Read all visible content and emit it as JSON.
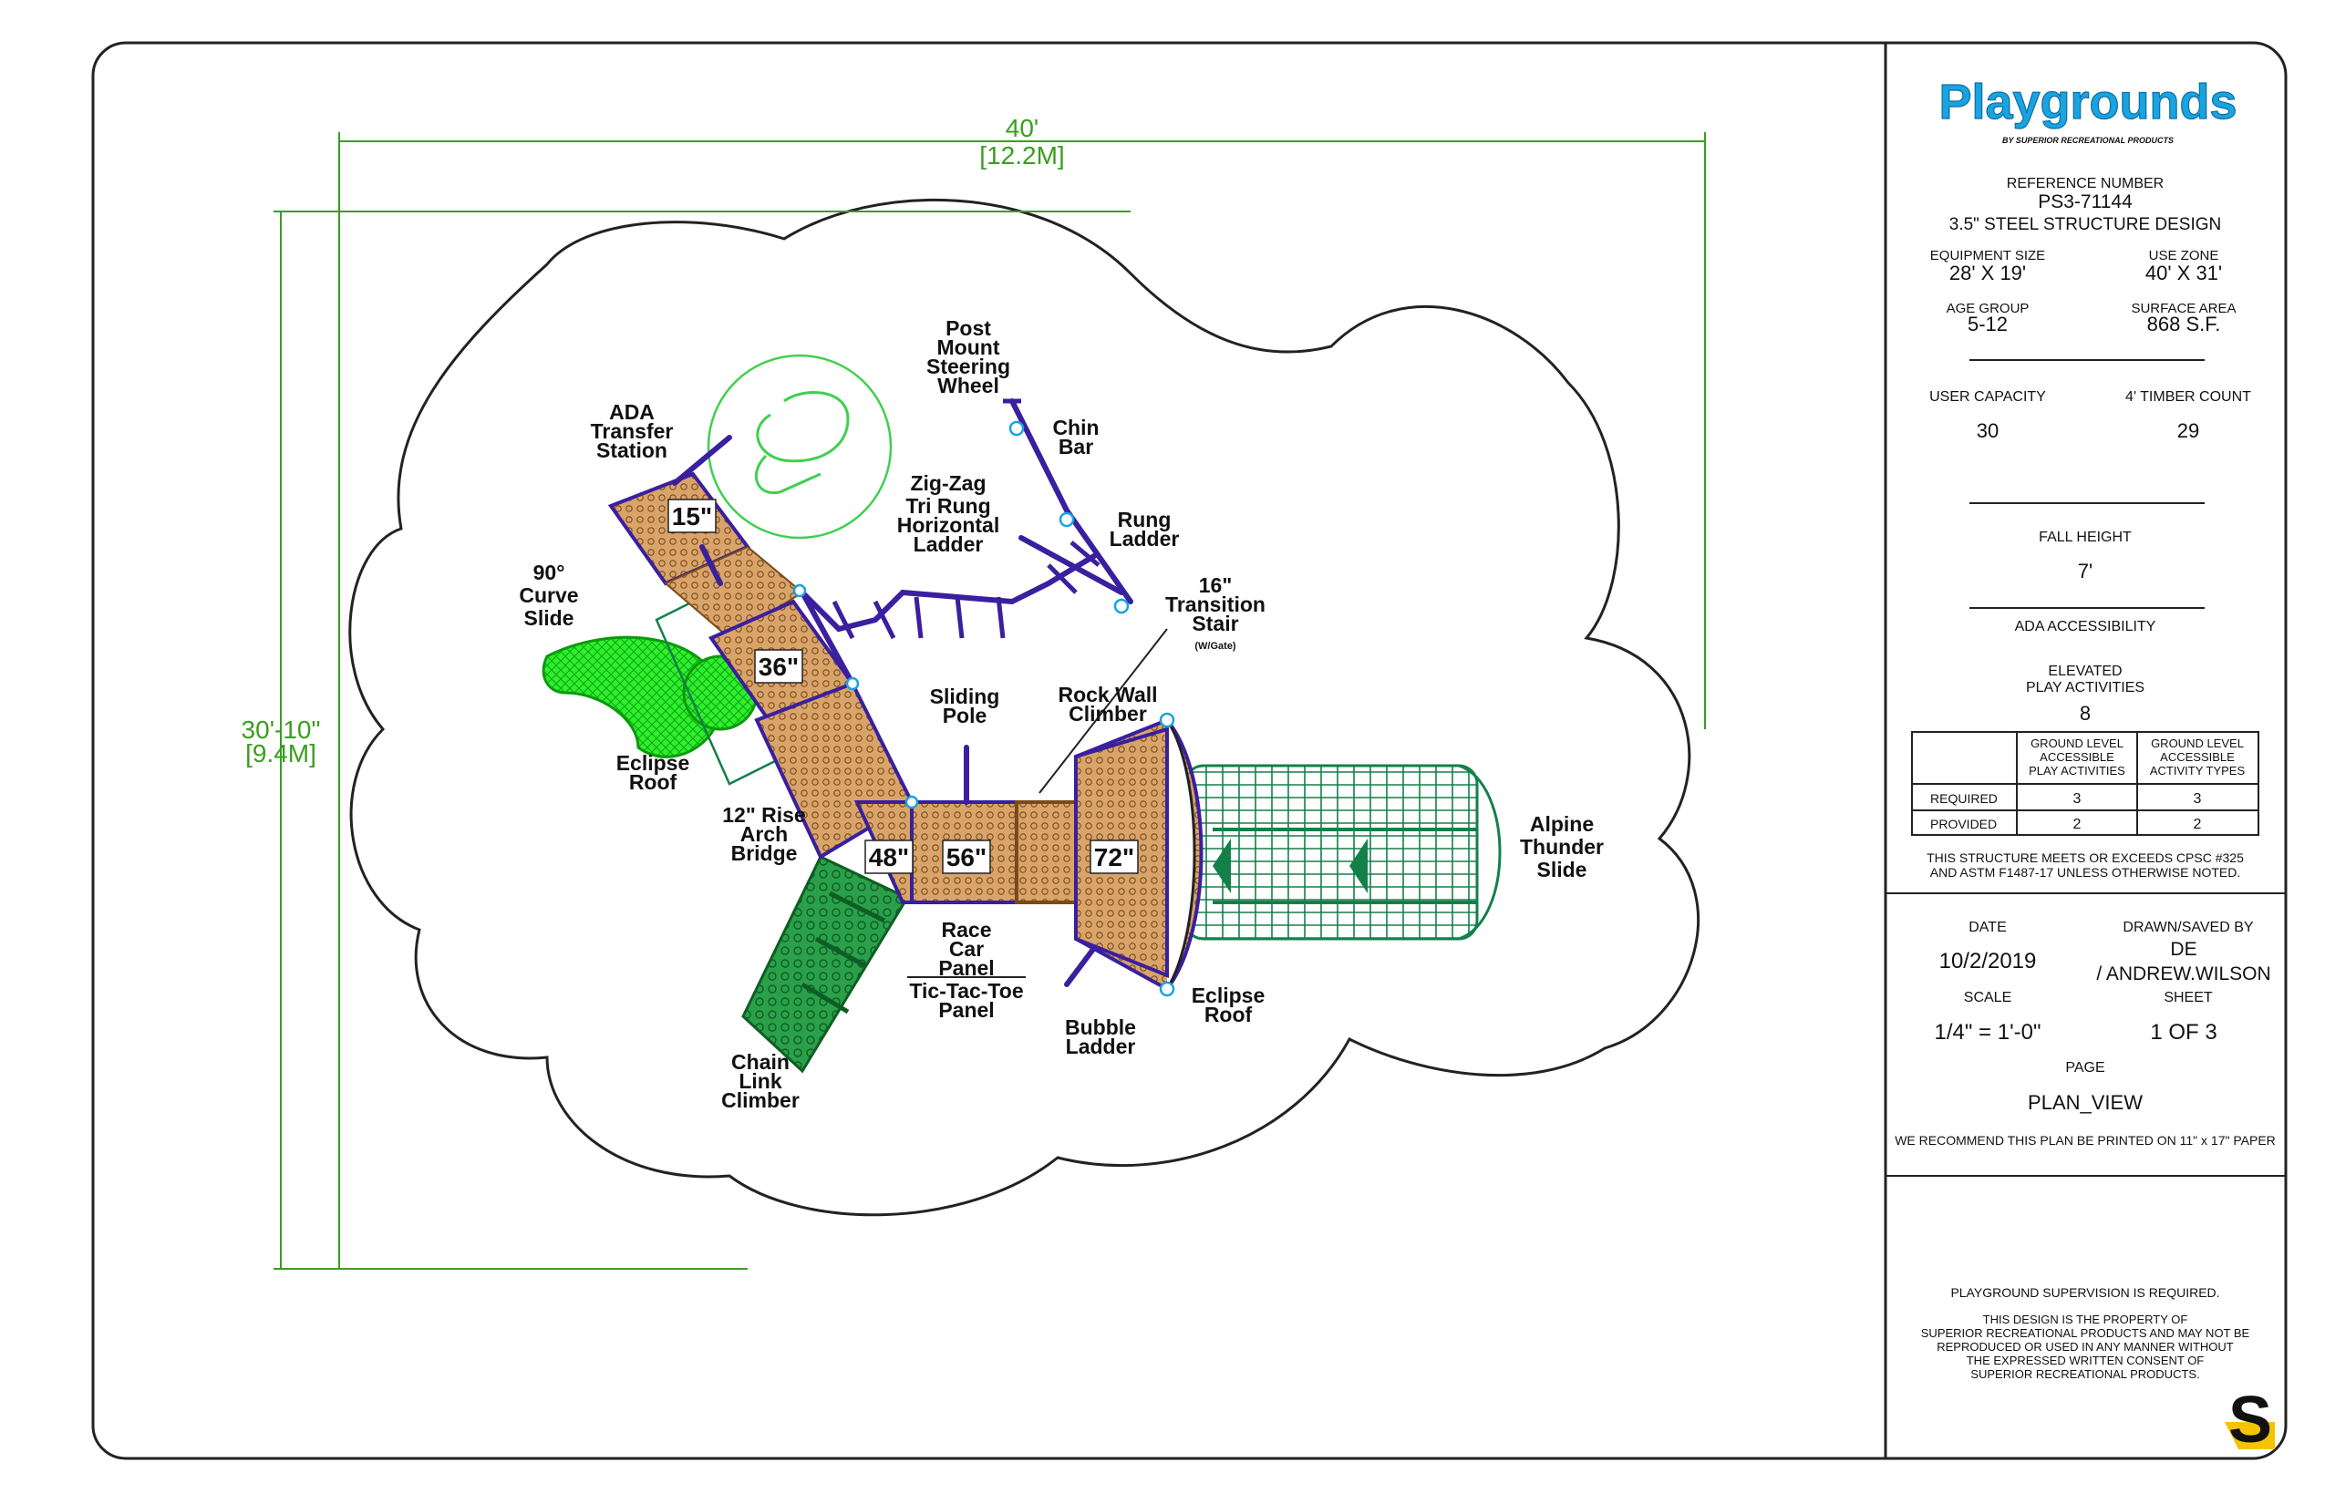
{
  "logo": {
    "brand": "Playgrounds",
    "tagline": "BY SUPERIOR RECREATIONAL PRODUCTS",
    "brand_color": "#1aa3e0"
  },
  "titleblock": {
    "reference_label": "REFERENCE NUMBER",
    "reference_number": "PS3-71144",
    "structure_design": "3.5\" STEEL STRUCTURE DESIGN",
    "equipment_size_label": "EQUIPMENT SIZE",
    "equipment_size": "28' X 19'",
    "use_zone_label": "USE ZONE",
    "use_zone": "40' X 31'",
    "age_group_label": "AGE GROUP",
    "age_group": "5-12",
    "surface_area_label": "SURFACE AREA",
    "surface_area": "868 S.F.",
    "user_capacity_label": "USER CAPACITY",
    "user_capacity": "30",
    "timber_count_label": "4' TIMBER COUNT",
    "timber_count": "29",
    "fall_height_label": "FALL HEIGHT",
    "fall_height": "7'",
    "ada_label": "ADA ACCESSIBILITY",
    "elevated_label_1": "ELEVATED",
    "elevated_label_2": "PLAY ACTIVITIES",
    "elevated_count": "8",
    "table": {
      "col1": [
        "GROUND LEVEL",
        "ACCESSIBLE",
        "PLAY ACTIVITIES"
      ],
      "col2": [
        "GROUND LEVEL",
        "ACCESSIBLE",
        "ACTIVITY TYPES"
      ],
      "rows": [
        {
          "label": "REQUIRED",
          "a": "3",
          "b": "3"
        },
        {
          "label": "PROVIDED",
          "a": "2",
          "b": "2"
        }
      ]
    },
    "cpsc_1": "THIS STRUCTURE MEETS OR EXCEEDS CPSC #325",
    "cpsc_2": "AND ASTM F1487-17 UNLESS OTHERWISE NOTED.",
    "date_label": "DATE",
    "date": "10/2/2019",
    "drawn_label": "DRAWN/SAVED BY",
    "drawn_1": "DE",
    "drawn_2": "/ ANDREW.WILSON",
    "scale_label": "SCALE",
    "scale": "1/4\" = 1'-0\"",
    "sheet_label": "SHEET",
    "sheet": "1 OF 3",
    "page_label": "PAGE",
    "page": "PLAN_VIEW",
    "recommend": "WE RECOMMEND THIS PLAN BE PRINTED ON 11\" x 17\" PAPER",
    "supervision": "PLAYGROUND SUPERVISION IS REQUIRED.",
    "property": [
      "THIS DESIGN IS THE PROPERTY OF",
      "SUPERIOR RECREATIONAL PRODUCTS AND MAY NOT BE",
      "REPRODUCED OR USED IN ANY MANNER WITHOUT",
      "THE EXPRESSED WRITTEN CONSENT OF",
      "SUPERIOR RECREATIONAL PRODUCTS."
    ],
    "mark": "S"
  },
  "dimensions": {
    "width_ft": "40'",
    "width_m": "[12.2M]",
    "height_ft": "30'-10\"",
    "height_m": "[9.4M]"
  },
  "decks": {
    "d15": "15\"",
    "d36": "36\"",
    "d48": "48\"",
    "d56": "56\"",
    "d72": "72\""
  },
  "labels": {
    "ada": [
      "ADA",
      "Transfer",
      "Station"
    ],
    "curve": [
      "90°",
      "Curve",
      "Slide"
    ],
    "eclipse_left": [
      "Eclipse",
      "Roof"
    ],
    "post_mount": [
      "Post",
      "Mount",
      "Steering",
      "Wheel"
    ],
    "chin": [
      "Chin",
      "Bar"
    ],
    "zigzag": [
      "Zig-Zag",
      "Tri Rung",
      "Horizontal",
      "Ladder"
    ],
    "rung": [
      "Rung",
      "Ladder"
    ],
    "transition": [
      "16\"",
      "Transition",
      "Stair",
      "(W/Gate)"
    ],
    "sliding": [
      "Sliding",
      "Pole"
    ],
    "rockwall": [
      "Rock Wall",
      "Climber"
    ],
    "bridge": [
      "12\" Rise",
      "Arch",
      "Bridge"
    ],
    "alpine": [
      "Alpine",
      "Thunder",
      "Slide"
    ],
    "racecar": [
      "Race",
      "Car",
      "Panel"
    ],
    "tictac": [
      "Tic-Tac-Toe",
      "Panel"
    ],
    "bubble": [
      "Bubble",
      "Ladder"
    ],
    "eclipse_right": [
      "Eclipse",
      "Roof"
    ],
    "chain": [
      "Chain",
      "Link",
      "Climber"
    ]
  },
  "colors": {
    "frame": "#222222",
    "dimension": "#3a9e1f",
    "deck": "#c98f50",
    "structure": "#3a1f9e",
    "slide_green": "#1fe01f",
    "tube_green": "#13804a",
    "chain_green": "#1e8f3a"
  }
}
